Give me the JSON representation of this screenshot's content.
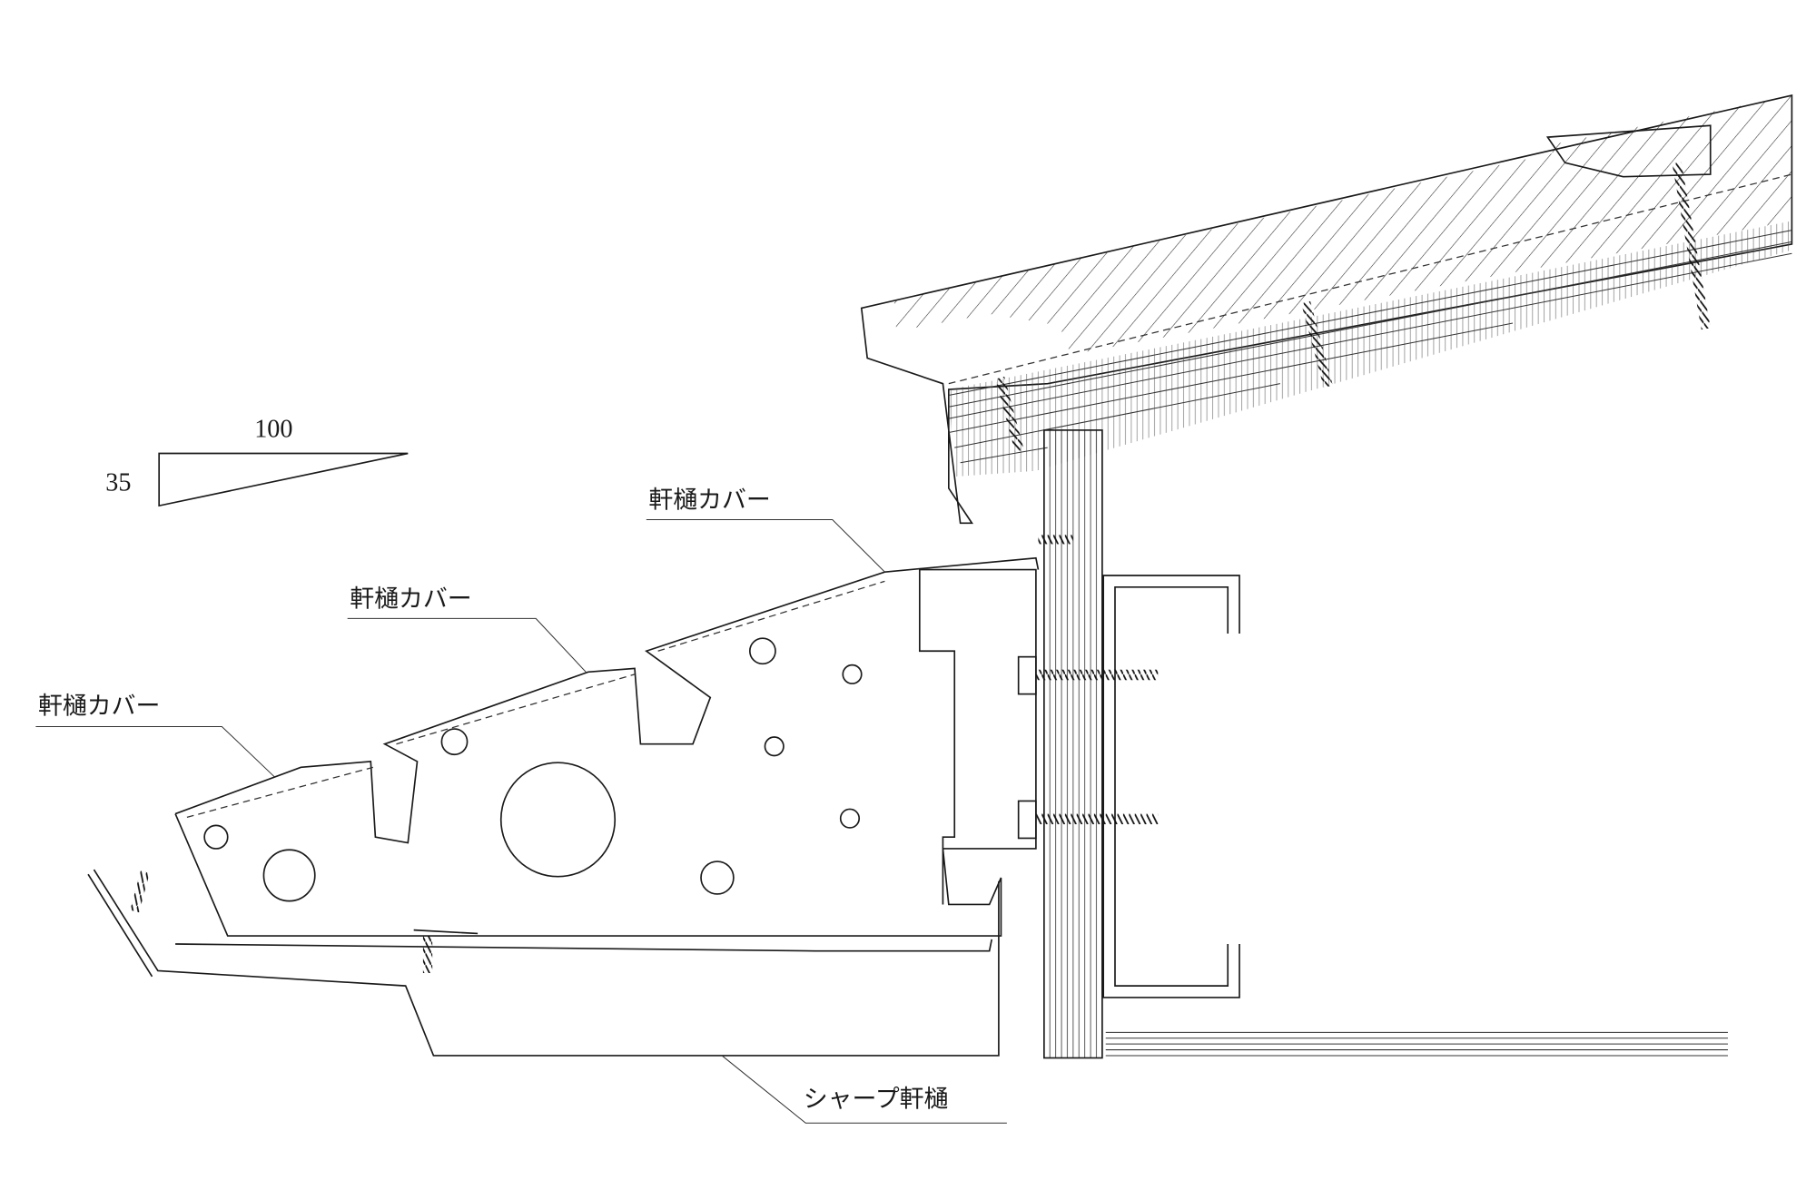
{
  "slope": {
    "run": "100",
    "rise": "35"
  },
  "labels": {
    "cover_top": "軒樋カバー",
    "cover_middle": "軒樋カバー",
    "cover_bottom": "軒樋カバー",
    "gutter": "シャープ軒樋"
  },
  "colors": {
    "line": "#1a1a1a",
    "background": "#ffffff"
  }
}
